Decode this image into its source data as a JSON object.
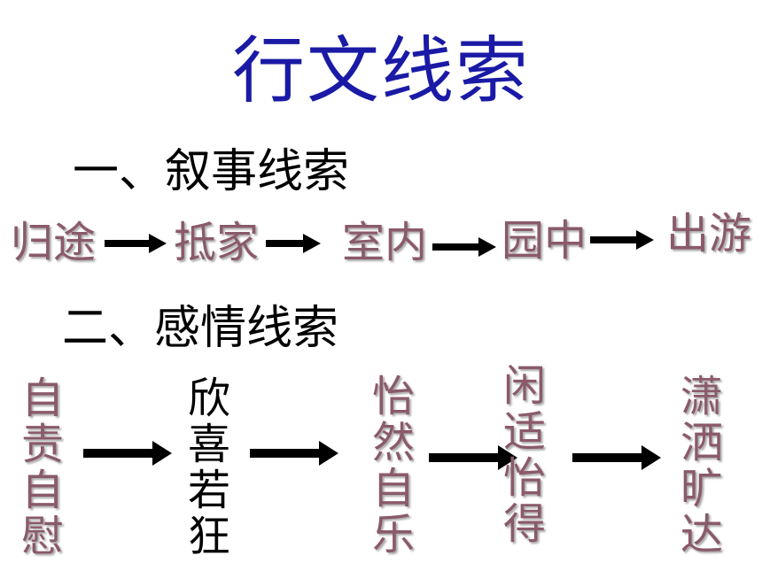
{
  "title": "行文线索",
  "narrative": {
    "heading": "一、叙事线索",
    "steps": [
      "归途",
      "抵家",
      "室内",
      "园中",
      "出游"
    ]
  },
  "emotion": {
    "heading": "二、感情线索",
    "steps": [
      "自责自慰",
      "欣喜若狂",
      "怡然自乐",
      "闲适怡得",
      "潇洒旷达"
    ]
  },
  "colors": {
    "title": "#1a1aa6",
    "steps": "#8a5a6a",
    "arrow": "#000000"
  }
}
